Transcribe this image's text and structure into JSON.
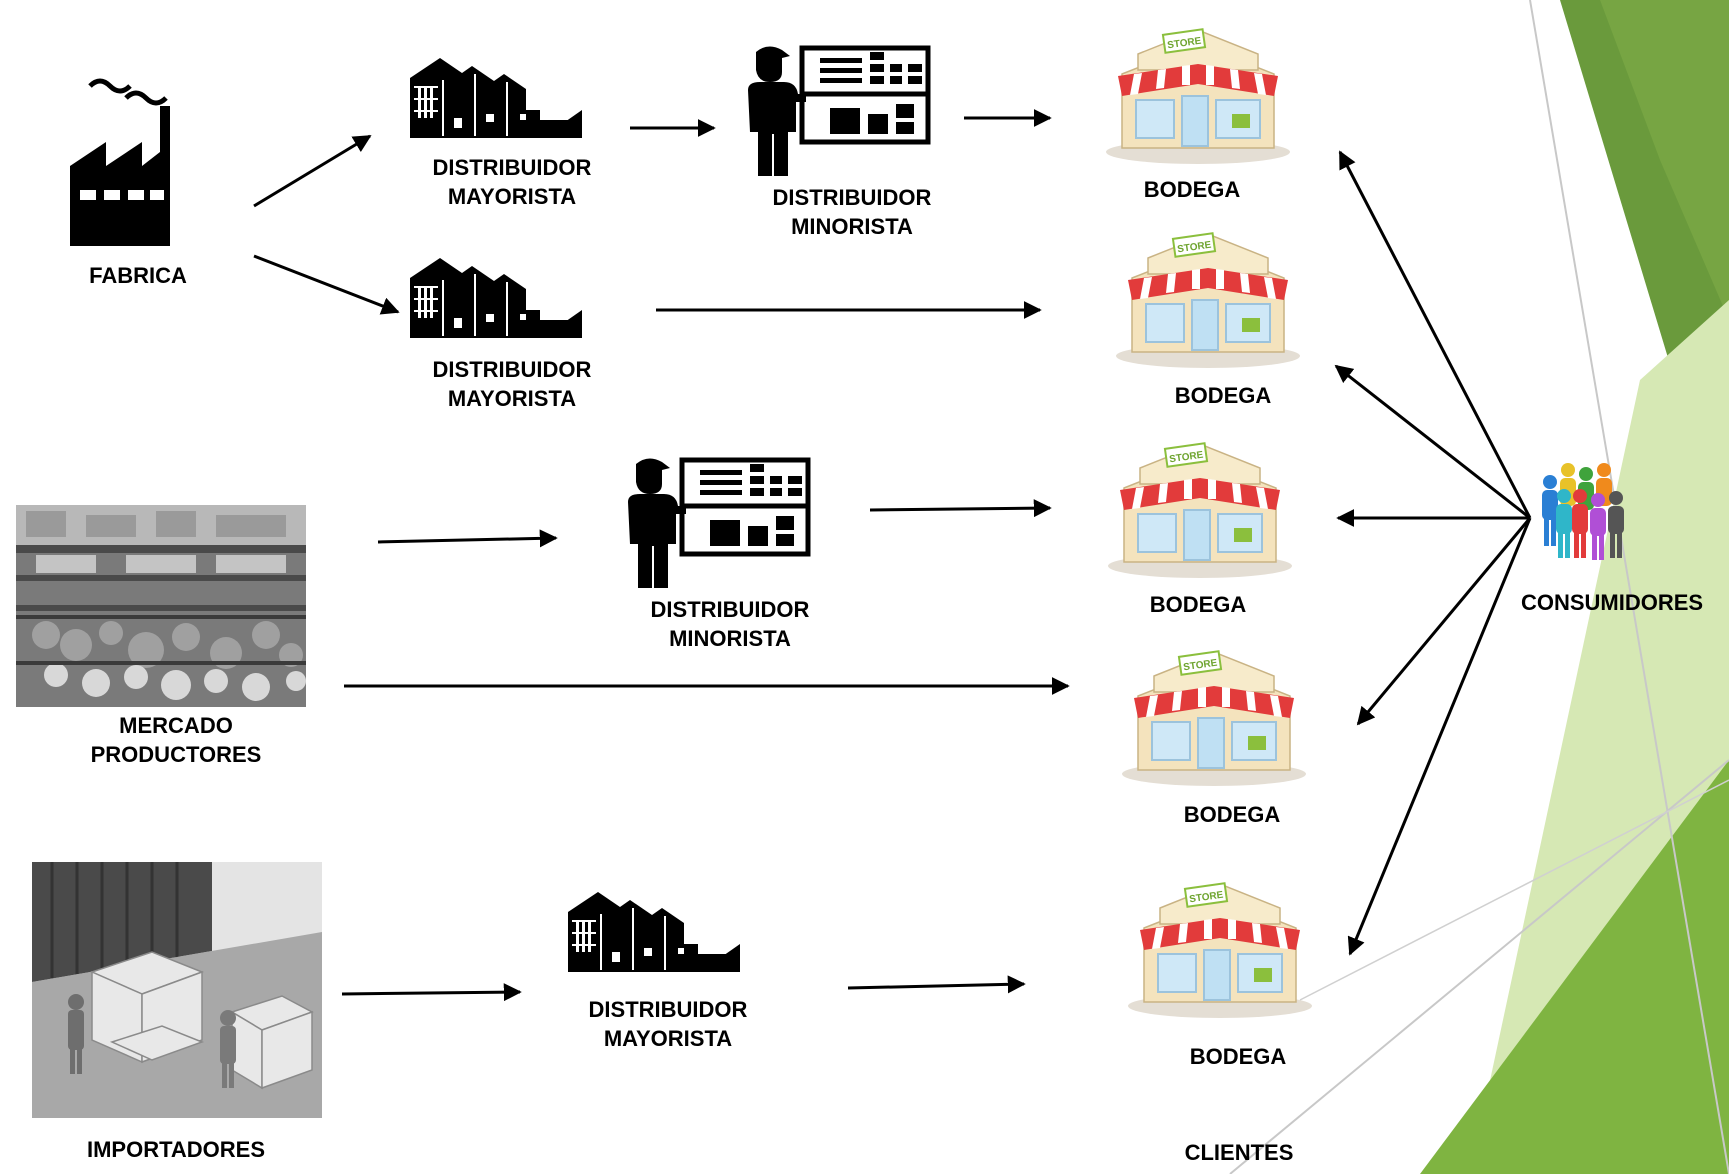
{
  "nodes": {
    "fabrica": "FABRICA",
    "distribuidor_mayorista_1": [
      "DISTRIBUIDOR",
      "MAYORISTA"
    ],
    "distribuidor_minorista_1": [
      "DISTRIBUIDOR",
      "MINORISTA"
    ],
    "distribuidor_mayorista_2": [
      "DISTRIBUIDOR",
      "MAYORISTA"
    ],
    "mercado_productores": [
      "MERCADO",
      "PRODUCTORES"
    ],
    "distribuidor_minorista_2": [
      "DISTRIBUIDOR",
      "MINORISTA"
    ],
    "importadores": "IMPORTADORES",
    "distribuidor_mayorista_3": [
      "DISTRIBUIDOR",
      "MAYORISTA"
    ],
    "bodegas": [
      "BODEGA",
      "BODEGA",
      "BODEGA",
      "BODEGA",
      "BODEGA"
    ],
    "clientes": "CLIENTES",
    "consumidores": "CONSUMIDORES"
  },
  "store_sign": "STORE",
  "colors": {
    "theme_green_dark": "#6a9a3c",
    "theme_green": "#7fb441",
    "theme_green_light": "#d6e8b4",
    "awning_red": "#e23b3b",
    "arrow": "#000000"
  },
  "icons": {
    "factory": "factory-icon",
    "warehouse": "warehouse-icon",
    "retailer": "shop-clerk-icon",
    "store": "store-icon",
    "market": "market-photo",
    "importers": "importers-photo",
    "people": "people-group-icon"
  },
  "edges": [
    [
      "fabrica",
      "distribuidor_mayorista_1"
    ],
    [
      "fabrica",
      "distribuidor_mayorista_2"
    ],
    [
      "distribuidor_mayorista_1",
      "distribuidor_minorista_1"
    ],
    [
      "distribuidor_minorista_1",
      "bodega_1"
    ],
    [
      "distribuidor_mayorista_2",
      "bodega_2"
    ],
    [
      "mercado_productores",
      "distribuidor_minorista_2"
    ],
    [
      "distribuidor_minorista_2",
      "bodega_3"
    ],
    [
      "mercado_productores",
      "bodega_4"
    ],
    [
      "importadores",
      "distribuidor_mayorista_3"
    ],
    [
      "distribuidor_mayorista_3",
      "bodega_5"
    ],
    [
      "consumidores",
      "bodega_1"
    ],
    [
      "consumidores",
      "bodega_2"
    ],
    [
      "consumidores",
      "bodega_3"
    ],
    [
      "consumidores",
      "bodega_4"
    ],
    [
      "consumidores",
      "bodega_5"
    ]
  ]
}
